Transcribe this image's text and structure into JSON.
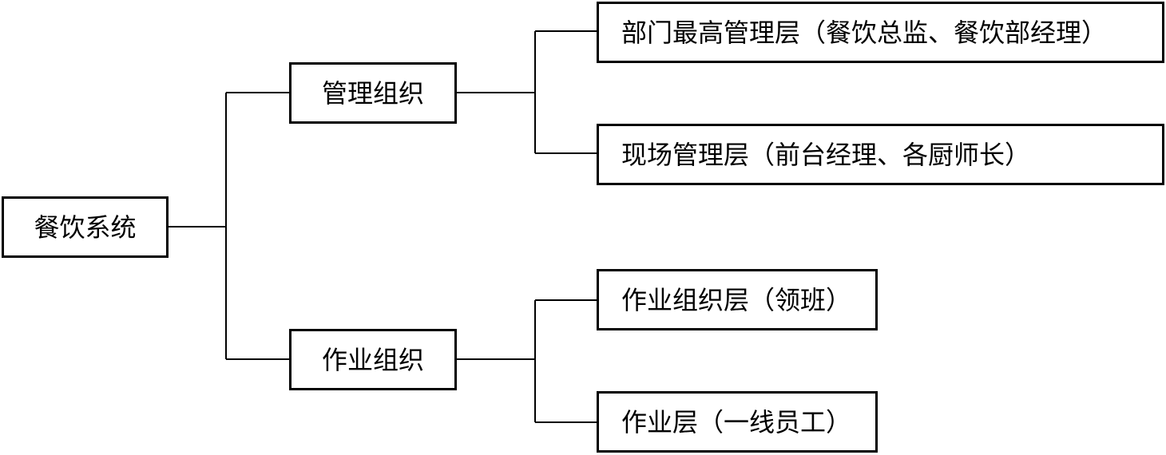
{
  "diagram": {
    "root": {
      "label": "餐饮系统"
    },
    "branches": [
      {
        "label": "管理组织",
        "children": [
          {
            "label": "部门最高管理层（餐饮总监、餐饮部经理）"
          },
          {
            "label": "现场管理层（前台经理、各厨师长）"
          }
        ]
      },
      {
        "label": "作业组织",
        "children": [
          {
            "label": "作业组织层（领班）"
          },
          {
            "label": "作业层（一线员工）"
          }
        ]
      }
    ],
    "colors": {
      "stroke": "#000000",
      "background": "#ffffff",
      "text": "#000000"
    }
  }
}
